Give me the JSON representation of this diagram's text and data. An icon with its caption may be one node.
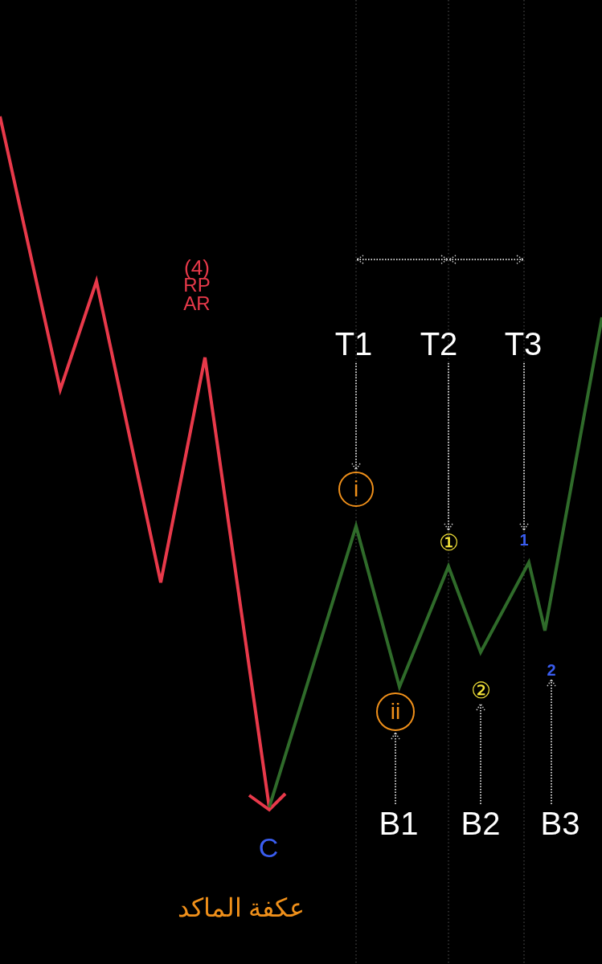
{
  "diagram": {
    "nodes": [
      {
        "text": [
          "T1"
        ]
      },
      {
        "text": [
          "T2"
        ]
      },
      {
        "text": [
          "T3"
        ]
      },
      {
        "text": [
          "i"
        ]
      },
      {
        "text": [
          "①"
        ]
      },
      {
        "text": [
          "1"
        ]
      },
      {
        "text": [
          "ii"
        ]
      },
      {
        "text": [
          "②"
        ]
      },
      {
        "text": [
          "2"
        ]
      },
      {
        "text": [
          "B1"
        ]
      },
      {
        "text": [
          "B2"
        ]
      },
      {
        "text": [
          "B3"
        ]
      }
    ],
    "edges": [
      {
        "from": 0,
        "to": 3,
        "arrow": "to"
      },
      {
        "from": 1,
        "to": 4,
        "arrow": "to"
      },
      {
        "from": 2,
        "to": 5,
        "arrow": "to"
      },
      {
        "from": 9,
        "to": 6,
        "arrow": "to"
      },
      {
        "from": 10,
        "to": 7,
        "arrow": "to"
      },
      {
        "from": 11,
        "to": 8,
        "arrow": "to"
      }
    ],
    "labels": [
      "(4)",
      "RP",
      "AR",
      "C",
      "عكفة الماكد"
    ]
  }
}
